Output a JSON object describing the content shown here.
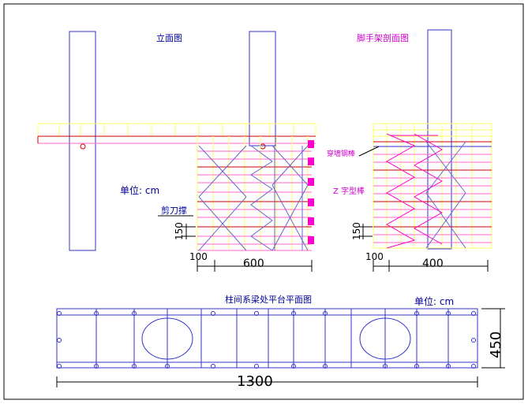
{
  "labels": {
    "elevation_title": "立面图",
    "section_title": "脚手架剖面图",
    "unit_label_1": "单位: cm",
    "scissor_brace": "剪刀撑",
    "dim_150_left": "150",
    "dim_100_left": "100",
    "dim_600": "600",
    "wall_tie": "穿墙钢棒",
    "z_brace": "Z 字型棒",
    "dim_150_right": "150",
    "dim_100_right": "100",
    "dim_400": "400",
    "plan_title": "柱间系梁处平台平面图",
    "unit_label_2": "单位: cm",
    "dim_450": "450",
    "dim_1300": "1300"
  },
  "colors": {
    "scaffold": "#ffff66",
    "column": "#3333cc",
    "bracing": "#6666cc",
    "red_line": "#cc0000",
    "pink_line": "#ff66cc",
    "magenta": "#ff00cc",
    "text_blue": "#000099",
    "text_magenta": "#cc00cc",
    "dim_black": "#000000"
  }
}
